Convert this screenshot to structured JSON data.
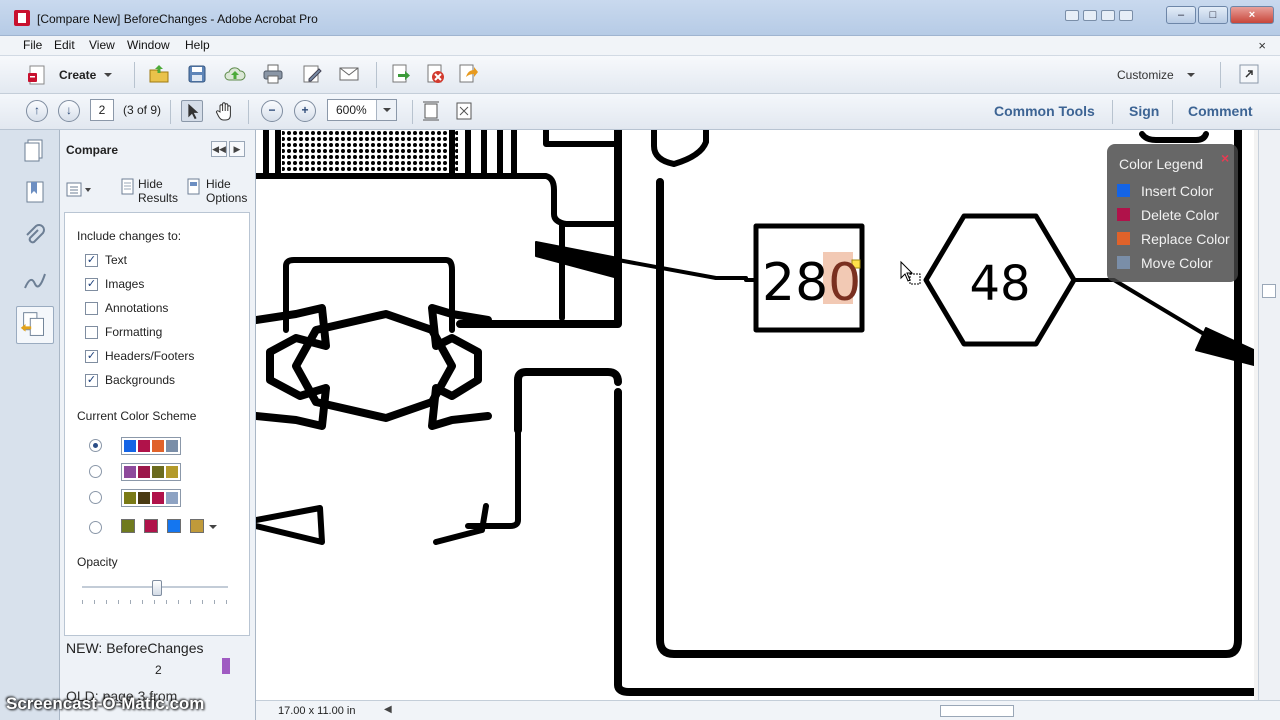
{
  "window": {
    "title": "[Compare New] BeforeChanges - Adobe Acrobat Pro"
  },
  "menu": {
    "items": [
      "File",
      "Edit",
      "View",
      "Window",
      "Help"
    ],
    "close_glyph": "×"
  },
  "toolbar": {
    "create_label": "Create",
    "customize_label": "Customize"
  },
  "nav": {
    "page_number": "2",
    "page_of": "(3 of 9)",
    "zoom": "600%",
    "common_tools": "Common Tools",
    "sign": "Sign",
    "comment": "Comment"
  },
  "compare_panel": {
    "title": "Compare",
    "hide_results": [
      "Hide",
      "Results"
    ],
    "hide_options": [
      "Hide",
      "Options"
    ],
    "include_heading": "Include changes to:",
    "options": [
      {
        "label": "Text",
        "checked": true
      },
      {
        "label": "Images",
        "checked": true
      },
      {
        "label": "Annotations",
        "checked": false
      },
      {
        "label": "Formatting",
        "checked": false
      },
      {
        "label": "Headers/Footers",
        "checked": true
      },
      {
        "label": "Backgrounds",
        "checked": true
      }
    ],
    "scheme_heading": "Current Color Scheme",
    "schemes": [
      {
        "selected": true,
        "colors": [
          "#1464e6",
          "#b0124a",
          "#e0622a",
          "#7a8ea8"
        ]
      },
      {
        "selected": false,
        "colors": [
          "#8e4a9c",
          "#9c184a",
          "#6b6b1e",
          "#b39a2a"
        ]
      },
      {
        "selected": false,
        "colors": [
          "#7a7a16",
          "#4a3a12",
          "#b0124a",
          "#8ea3c3"
        ]
      },
      {
        "selected": false,
        "colors": [
          "#6f7a1e",
          "#b0124a",
          "#1476f0",
          "#c09a3a"
        ]
      }
    ],
    "opacity_heading": "Opacity",
    "opacity_value": 0.5,
    "new_doc": "NEW: BeforeChanges",
    "new_page": "2",
    "old_doc": "OLD: page 3 from"
  },
  "document": {
    "box_number": "280",
    "hex_number": "48"
  },
  "legend": {
    "title": "Color Legend",
    "close_glyph": "×",
    "items": [
      {
        "label": "Insert Color",
        "color": "#1464e6"
      },
      {
        "label": "Delete Color",
        "color": "#b0124a"
      },
      {
        "label": "Replace Color",
        "color": "#e0622a"
      },
      {
        "label": "Move Color",
        "color": "#7a8ea8"
      }
    ]
  },
  "status": {
    "page_size": "17.00 x 11.00 in"
  },
  "watermark": "Screencast-O-Matic.com"
}
